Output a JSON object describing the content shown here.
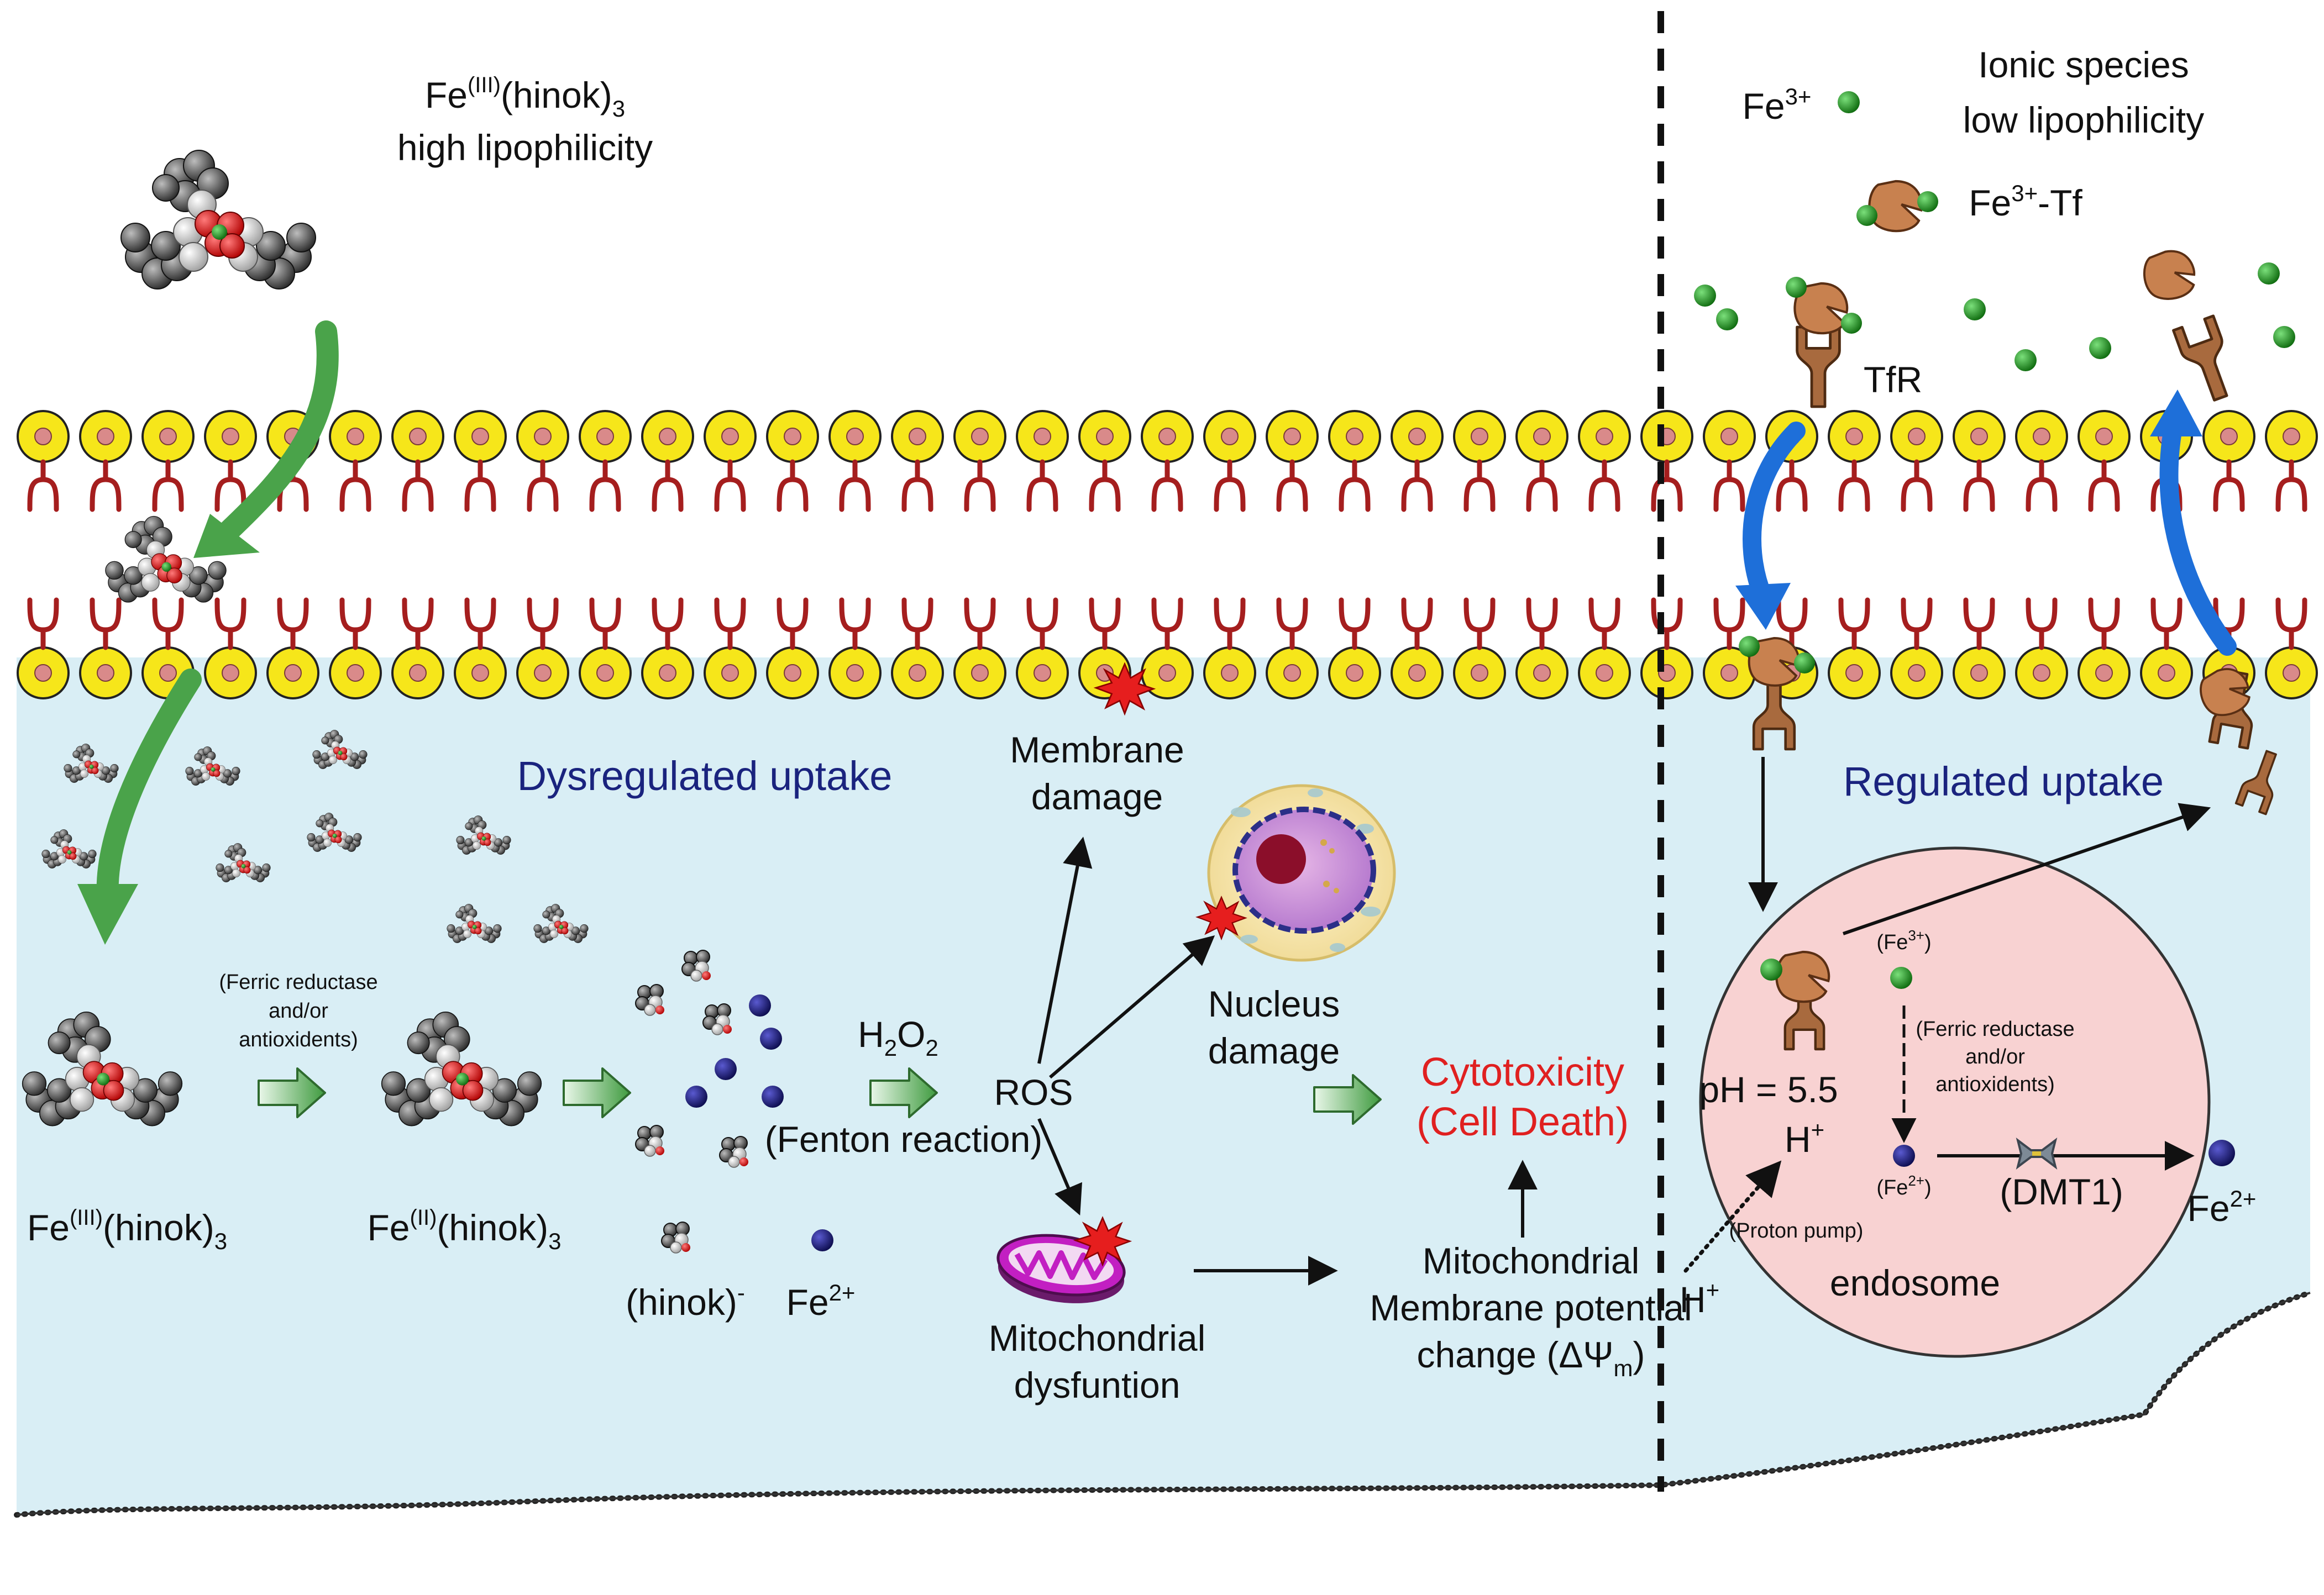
{
  "colors": {
    "cytoplasm": "#d9eef5",
    "lipid_head": "#f6e61a",
    "lipid_head_dot": "#d98a8a",
    "lipid_tail": "#a51e1e",
    "fe3_green": "#1f8f1f",
    "fe2_navy": "#16166e",
    "transferrin": "#c8814f",
    "receptor": "#a86a3e",
    "endosome": "#f8d2d2",
    "title_blue": "#1a237e",
    "cytotox_red": "#e02020",
    "uptake_arrow": "#4aa34a",
    "recycle_arrow": "#1e6fd9",
    "mito_outer": "#c21fc2",
    "damage_star": "#e61e1e"
  },
  "icons": {
    "complex": "fe-hinok-complex-icon",
    "ferric_ion": "fe3-ion-icon",
    "ferrous_ion": "fe2-ion-icon",
    "transferrin": "transferrin-icon",
    "receptor": "transferrin-receptor-icon",
    "nucleus": "nucleus-icon",
    "mitochondrion": "mitochondrion-icon",
    "damage": "damage-burst-icon",
    "dmt1": "dmt1-transporter-icon"
  },
  "left": {
    "complex_top": {
      "base": "Fe",
      "sup": "(III)",
      "rest": "(hinok)",
      "sub": "3"
    },
    "complex_top_property": "high lipophilicity",
    "section_title": "Dysregulated uptake",
    "reductase_lines": [
      "(Ferric reductase",
      "and/or",
      "antioxidents)"
    ],
    "complex_fe3": {
      "base": "Fe",
      "sup": "(III)",
      "rest": "(hinok)",
      "sub": "3"
    },
    "complex_fe2": {
      "base": "Fe",
      "sup": "(II)",
      "rest": "(hinok)",
      "sub": "3"
    },
    "ligand": {
      "base": "(hinok)",
      "sup": "-"
    },
    "ferrous": {
      "base": "Fe",
      "sup": "2+"
    },
    "h2o2": {
      "base": "H",
      "sub1": "2",
      "mid": "O",
      "sub2": "2"
    },
    "fenton": "(Fenton reaction)",
    "ros": "ROS",
    "membrane_damage": [
      "Membrane",
      "damage"
    ],
    "nucleus_damage": [
      "Nucleus",
      "damage"
    ],
    "mito_dysfunction": [
      "Mitochondrial",
      "dysfuntion"
    ],
    "mito_potential": [
      "Mitochondrial",
      "Membrane potential"
    ],
    "mito_change_prefix": "change (ΔΨ",
    "mito_change_sub": "m",
    "mito_change_suffix": ")",
    "cytotoxicity": [
      "Cytotoxicity",
      "(Cell Death)"
    ]
  },
  "right": {
    "fe3_free": {
      "base": "Fe",
      "sup": "3+"
    },
    "ionic_species": [
      "Ionic species",
      "low lipophilicity"
    ],
    "fe3_tf": {
      "base": "Fe",
      "sup": "3+",
      "rest": "-Tf"
    },
    "tfr": "TfR",
    "section_title": "Regulated  uptake",
    "endo_fe3": {
      "base": "(Fe",
      "sup": "3+",
      "rest": ")"
    },
    "endo_reductase_lines": [
      "(Ferric reductase",
      "and/or",
      "antioxidents)"
    ],
    "ph": "pH = 5.5",
    "h_plus_in": {
      "base": "H",
      "sup": "+"
    },
    "endo_fe2": {
      "base": "(Fe",
      "sup": "2+",
      "rest": ")"
    },
    "dmt1": "(DMT1)",
    "fe2_out": {
      "base": "Fe",
      "sup": "2+"
    },
    "proton_pump": "(Proton pump)",
    "h_plus_out": {
      "base": "H",
      "sup": "+"
    },
    "endosome": "endosome"
  }
}
